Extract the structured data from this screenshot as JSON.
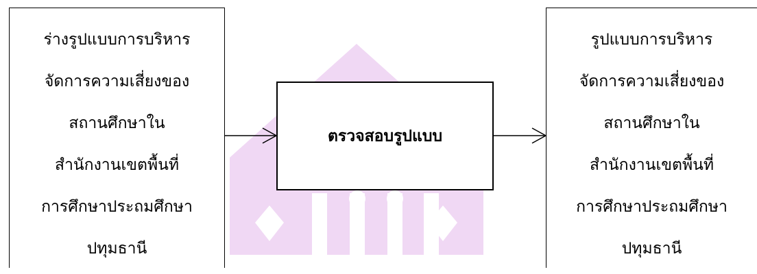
{
  "diagram": {
    "input_box": {
      "lines": [
        "ร่างรูปแบบการบริหาร",
        "จัดการความเสี่ยงของ",
        "สถานศึกษาใน",
        "สำนักงานเขตพื้นที่",
        "การศึกษาประถมศึกษา",
        "ปทุมธานี"
      ]
    },
    "process_box": {
      "label": "ตรวจสอบรูปแบบ"
    },
    "output_box": {
      "lines": [
        "รูปแบบการบริหาร",
        "จัดการความเสี่ยงของ",
        "สถานศึกษาใน",
        "สำนักงานเขตพื้นที่",
        "การศึกษาประถมศึกษา",
        "ปทุมธานี"
      ]
    }
  },
  "colors": {
    "watermark": "#f0d8f4",
    "stroke": "#000000"
  }
}
